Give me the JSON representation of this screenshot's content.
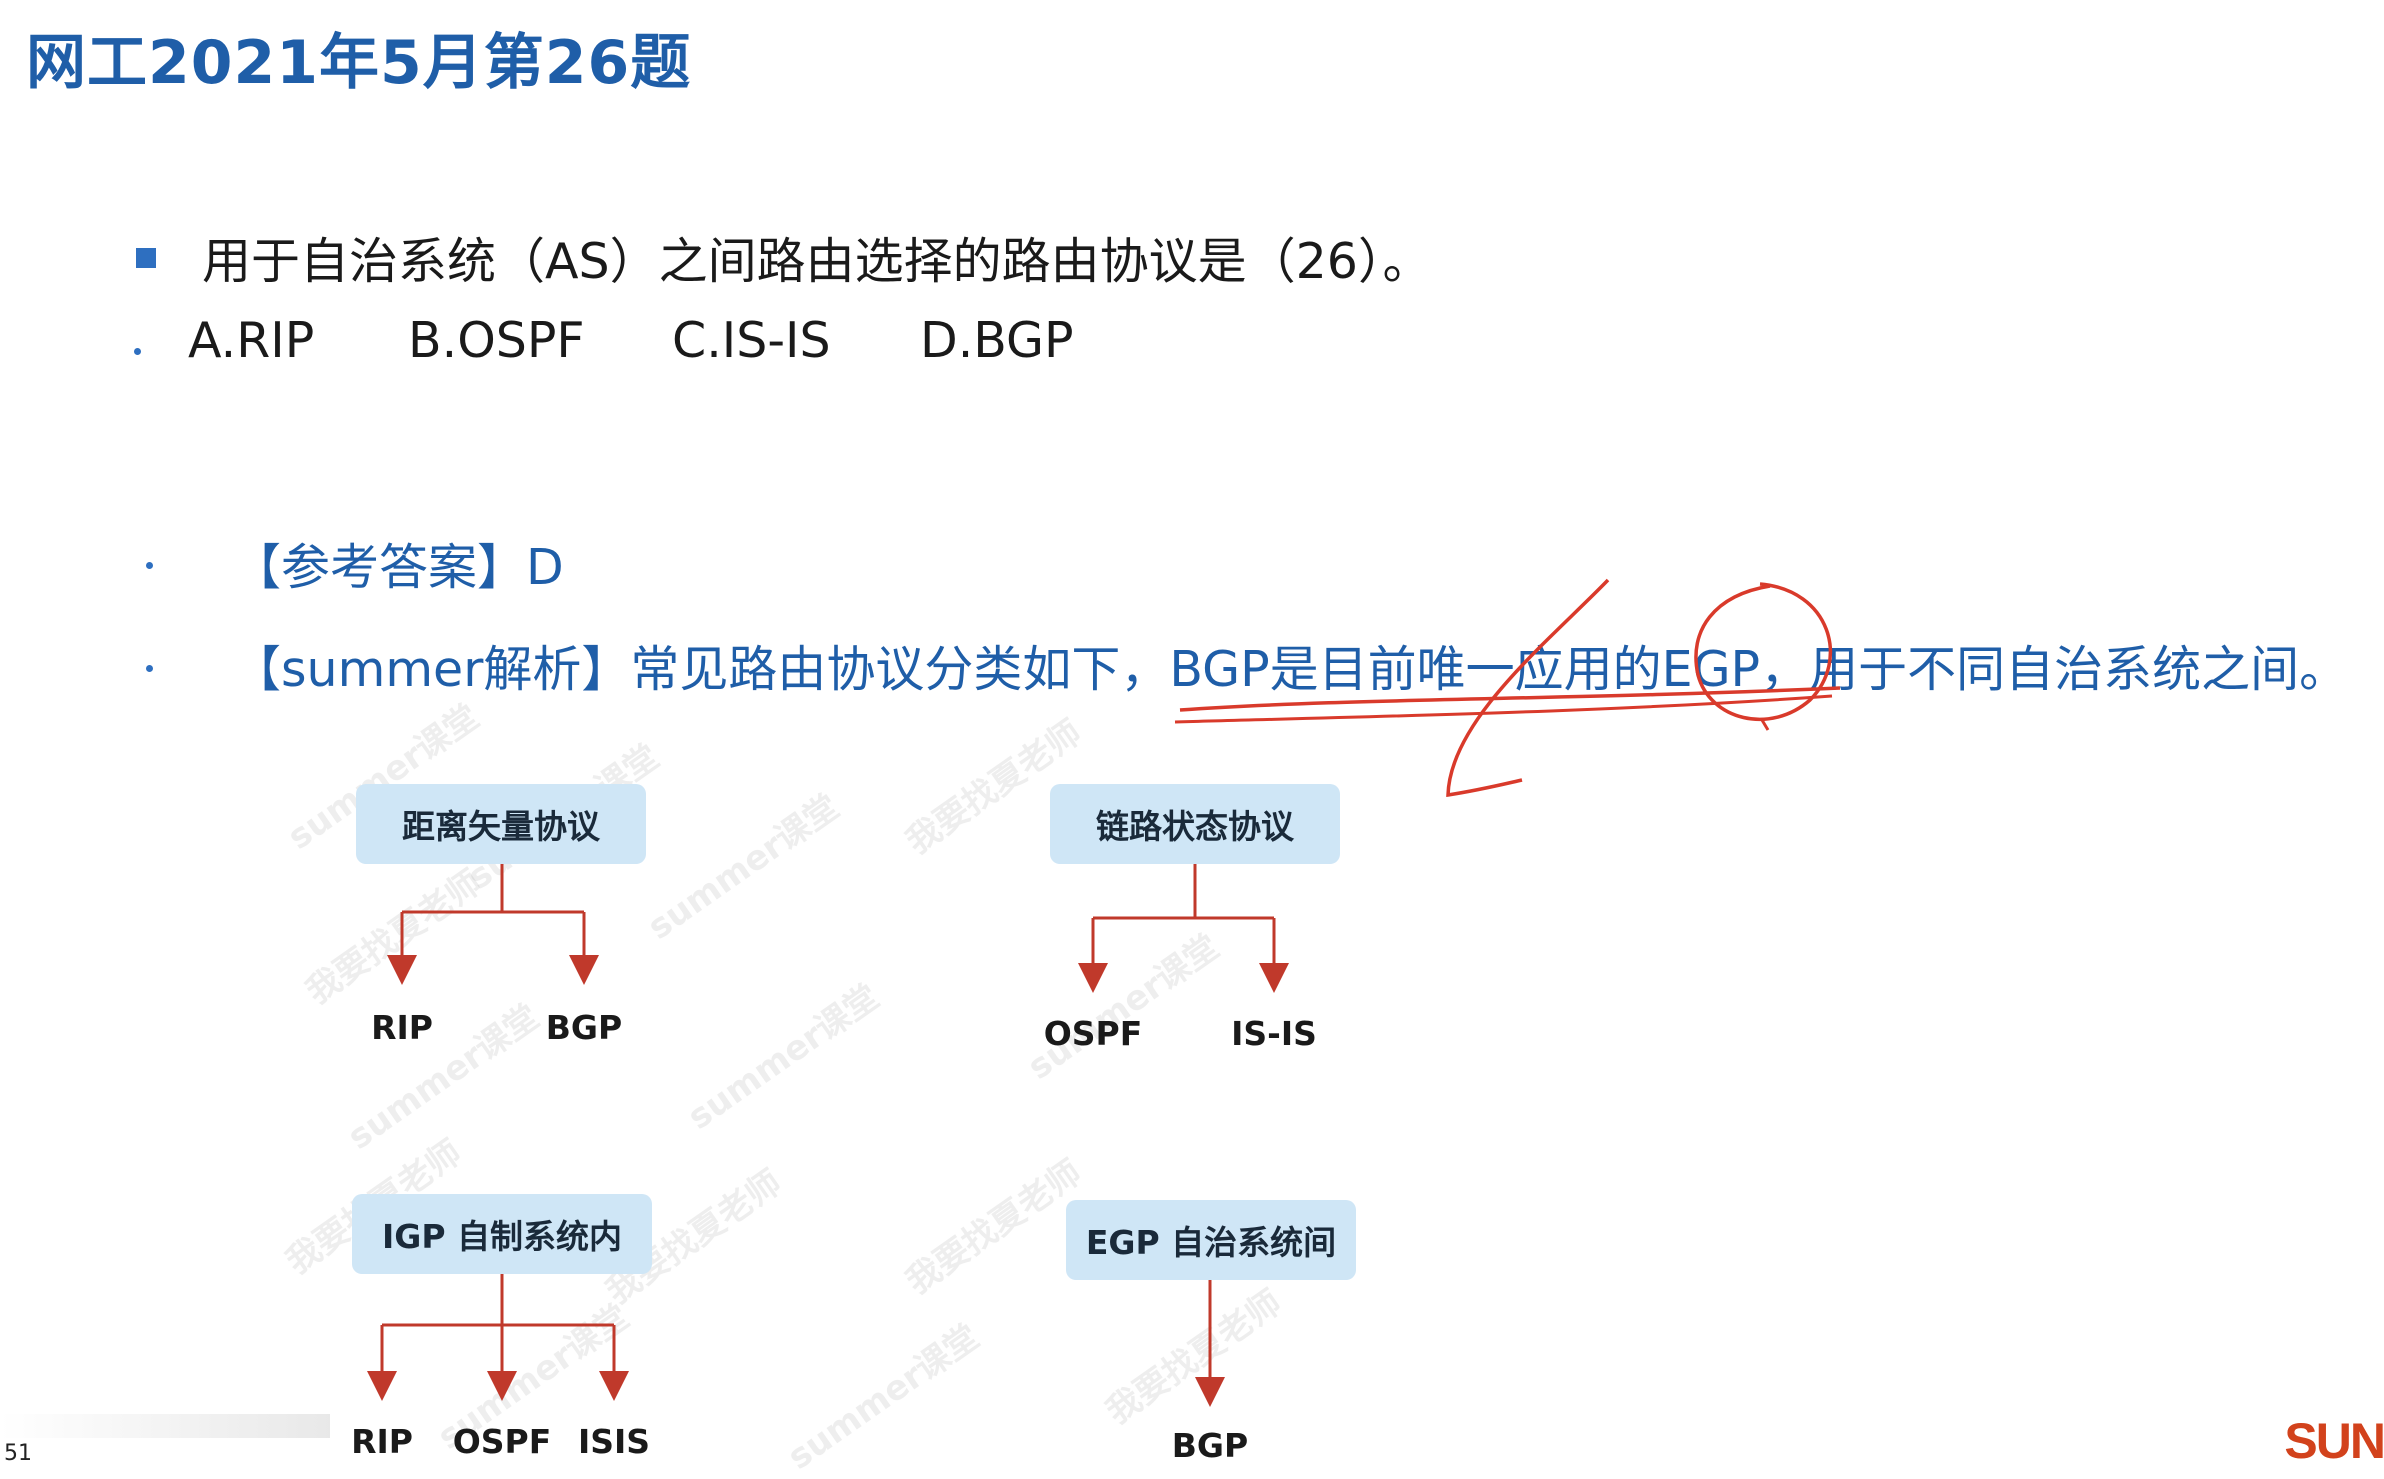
{
  "title": "网工2021年5月第26题",
  "question": "用于自治系统（AS）之间路由选择的路由协议是（26）。",
  "options": [
    "A.RIP",
    "B.OSPF",
    "C.IS-IS",
    "D.BGP"
  ],
  "answer": "【参考答案】D",
  "analysis": {
    "prefix": "【summer解析】常见路由协议分类如下，",
    "highlight": "BGP是目前唯一应用的EGP，用于不同自治系统之间。"
  },
  "diagram": {
    "distance_vector": {
      "label": "距离矢量协议",
      "children": [
        "RIP",
        "BGP"
      ]
    },
    "link_state": {
      "label": "链路状态协议",
      "children": [
        "OSPF",
        "IS-IS"
      ]
    },
    "igp": {
      "label": "IGP 自制系统内",
      "children": [
        "RIP",
        "OSPF",
        "ISIS"
      ]
    },
    "egp": {
      "label": "EGP 自治系统间",
      "children": [
        "BGP"
      ]
    },
    "watermarks": [
      "summer课堂",
      "我要找夏老师"
    ]
  },
  "page_number": "51",
  "logo": "SUN",
  "colors": {
    "title": "#1f5ea8",
    "arrow": "#c0392b",
    "box": "#cfe6f6",
    "annotation": "#d93a2b"
  }
}
